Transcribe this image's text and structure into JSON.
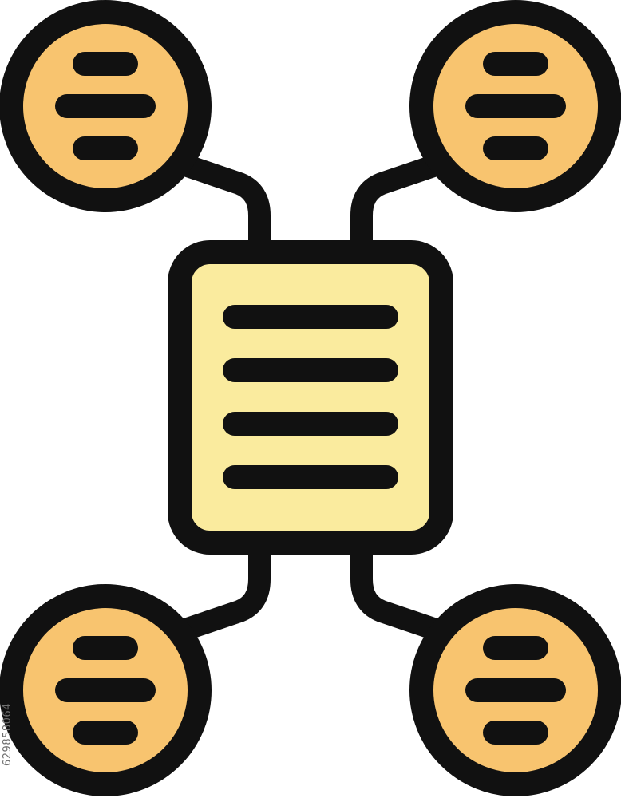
{
  "icon": {
    "name": "document-network-icon",
    "colors": {
      "outline": "#111111",
      "document_fill": "#FAEB9E",
      "node_fill": "#F8C46F",
      "background": "#FFFFFF"
    },
    "node_count": 4,
    "document_line_count": 4,
    "node_line_count": 3
  },
  "watermark": {
    "stock_id": "629858064"
  }
}
